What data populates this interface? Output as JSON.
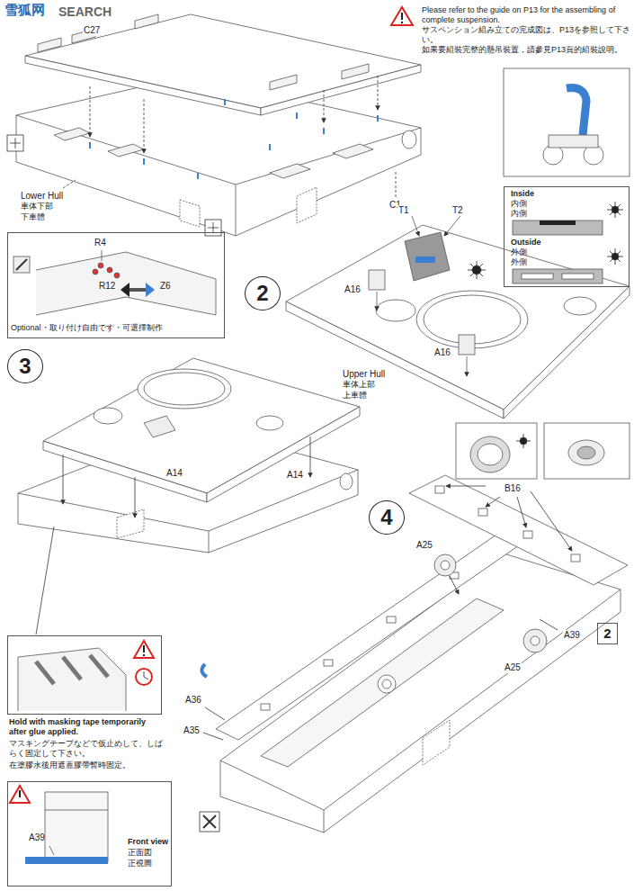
{
  "diagram": {
    "nodes": [
      {
        "text": [
          "2"
        ]
      },
      {
        "text": [
          "3"
        ]
      },
      {
        "text": [
          "4"
        ]
      },
      {
        "text": [
          "R4",
          "R12",
          "Z6",
          "Optional・取り付け自由です・可選擇制作"
        ]
      },
      {
        "text": [
          "Inside",
          "内側",
          "內側",
          "Outside",
          "外側",
          "外側"
        ]
      },
      {
        "text": [
          "Hold with masking tape temporarily after glue applied.",
          "マスキングテープなどで仮止めして、しばらく固定して下さい。",
          "在塗膠水後用遮蓋膠帶暫時固定。"
        ]
      },
      {
        "text": [
          "A39",
          "Front view",
          "正面図",
          "正視圖"
        ]
      },
      {
        "text": [
          "2"
        ]
      }
    ],
    "labels": [
      "雪狐网",
      "SEARCH",
      "Please refer to the guide on P13 for the assembling of complete suspension.",
      "サスペンション組み立ての完成図は、P13を参照して下さい。",
      "如果要組裝完整的懸吊裝置，請參見P13頁的組裝說明。",
      "C27",
      "Lower Hull",
      "車体下部",
      "下車體",
      "C1",
      "T1",
      "T2",
      "A16",
      "A16",
      "Upper Hull",
      "車体上部",
      "上車體",
      "A14",
      "A14",
      "B16",
      "A39",
      "A25",
      "A25",
      "A36",
      "A35"
    ]
  }
}
